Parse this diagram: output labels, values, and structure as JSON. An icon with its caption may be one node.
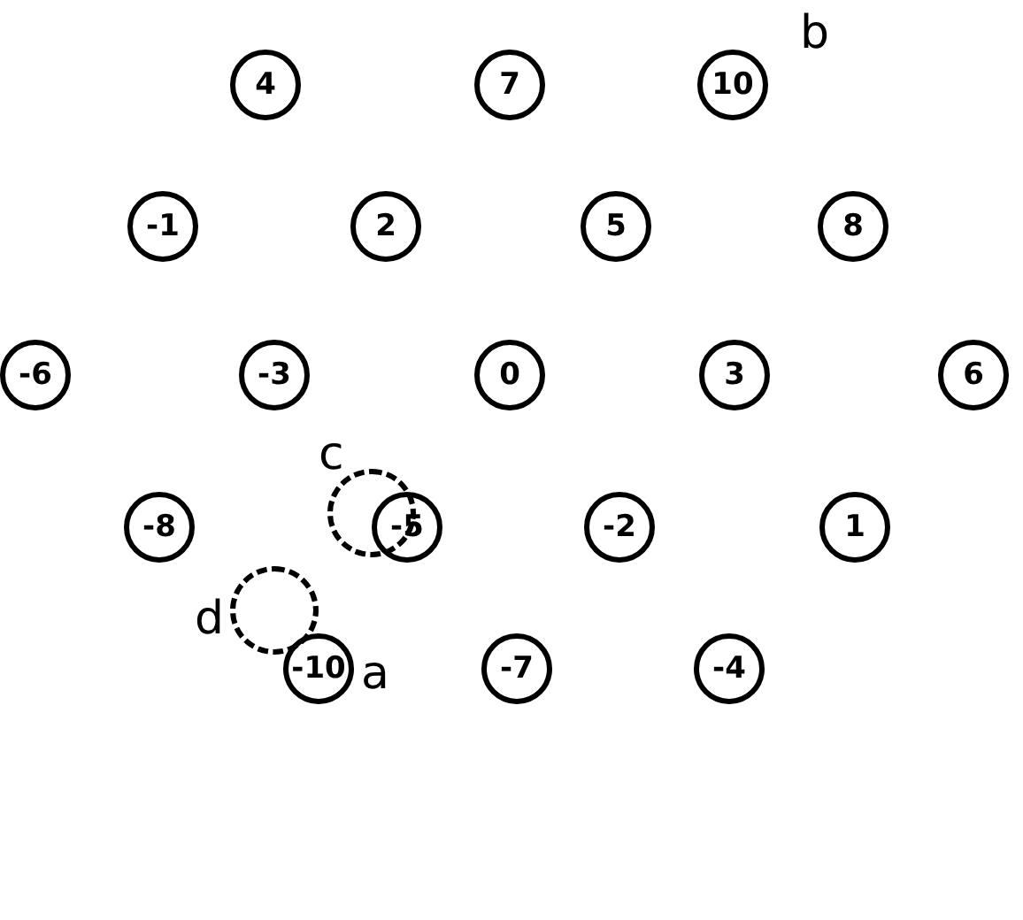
{
  "diagram": {
    "nodes": [
      {
        "text": [
          "4"
        ]
      },
      {
        "text": [
          "7"
        ]
      },
      {
        "text": [
          "10"
        ],
        "beside": [
          "b"
        ]
      },
      {
        "text": [
          "-1"
        ]
      },
      {
        "text": [
          "2"
        ]
      },
      {
        "text": [
          "5"
        ]
      },
      {
        "text": [
          "8"
        ]
      },
      {
        "text": [
          "-6"
        ]
      },
      {
        "text": [
          "-3"
        ]
      },
      {
        "text": [
          "0"
        ]
      },
      {
        "text": [
          "3"
        ]
      },
      {
        "text": [
          "6"
        ]
      },
      {
        "text": [
          "-8"
        ]
      },
      {
        "text": [],
        "shape": "circle",
        "beside": [
          "c"
        ]
      },
      {
        "text": [
          "-5"
        ]
      },
      {
        "text": [
          "-2"
        ]
      },
      {
        "text": [
          "1"
        ]
      },
      {
        "text": [],
        "shape": "circle",
        "beside": [
          "d"
        ]
      },
      {
        "text": [
          "-10"
        ],
        "beside": [
          "a"
        ]
      },
      {
        "text": [
          "-7"
        ]
      },
      {
        "text": [
          "-4"
        ]
      }
    ]
  }
}
